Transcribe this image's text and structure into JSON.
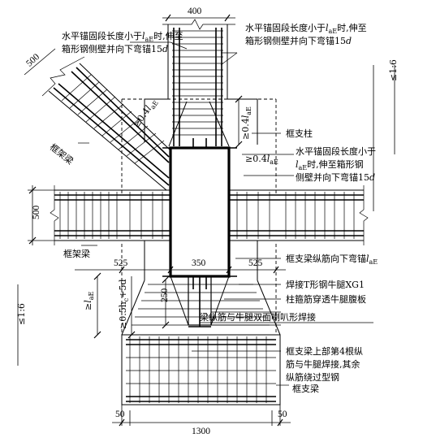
{
  "dimensions": {
    "column_width": "400",
    "diagonal_beam_width": "500",
    "beam_depth": "500",
    "left_offset": "525",
    "box_width": "350",
    "right_offset": "525",
    "haunch_height": "250",
    "bottom_width": "1300",
    "left_margin": "50",
    "right_margin": "50"
  },
  "slopes": {
    "right_slope": "≤1:6",
    "left_slope": "≤1:6"
  },
  "anchor_labels": {
    "diag_lae": "≥0.4",
    "col_lae": "≥0.4",
    "right_lae": "≥0.4",
    "lae_symbol": "l",
    "lae_sub": "aE",
    "vertical_lae": "≥",
    "vertical_half": "≥0.5h",
    "vertical_half_tail": "+5d"
  },
  "callouts": {
    "top_left_line1": "水平锚固段长度小于",
    "top_left_line1_tail": "时,伸至",
    "top_left_line2": "箱形钢侧壁并向下弯锚15",
    "top_right_line1": "水平锚固段长度小于",
    "top_right_line1_tail": "时,伸至",
    "top_right_line2": "箱形钢侧壁并向下弯锚15",
    "frame_column": "框支柱",
    "mid_right_line1": "水平锚固段长度小于",
    "mid_right_line2_tail": "时,伸至箱形钢",
    "mid_right_line3": "侧壁并向下弯锚15",
    "diag_beam": "框架梁",
    "left_beam": "框架梁",
    "support_beam_bend": "框支梁纵筋向下弯锚",
    "t_steel": "焊接T形钢牛腿XG1",
    "stirrup": "柱箍筋穿透牛腿腹板",
    "weld": "梁纵筋与牛腿双面喇叭形焊接",
    "bottom_note_line1": "框支梁上部第4根纵",
    "bottom_note_line2": "筋与牛腿焊接,其余",
    "bottom_note_line3": "纵筋绕过型钢",
    "support_beam": "框支梁",
    "d_symbol": "d"
  }
}
